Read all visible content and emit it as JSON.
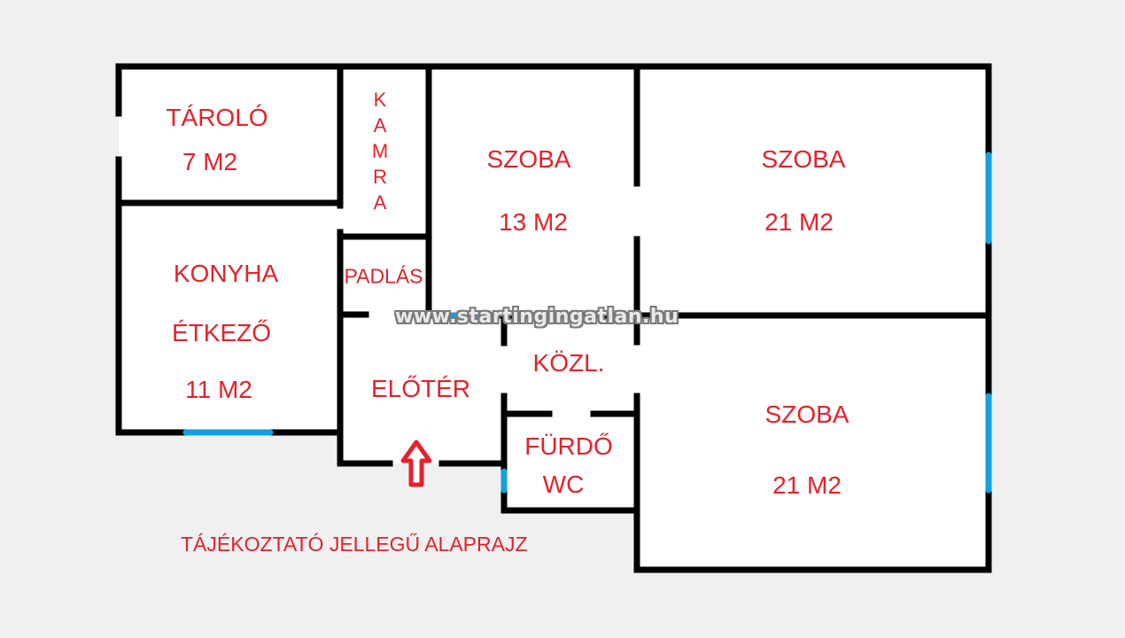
{
  "colors": {
    "wall": "#000000",
    "window": "#13a0e0",
    "label": "#e8202a",
    "room_fill": "#ffffff",
    "background": "#f0f0f0"
  },
  "rooms": {
    "tarolo": {
      "name": "TÁROLÓ",
      "area": "7 M2"
    },
    "kamra": {
      "letters": [
        "K",
        "A",
        "M",
        "R",
        "A"
      ]
    },
    "padlas": {
      "name": "PADLÁS"
    },
    "konyha": {
      "name": "KONYHA",
      "subname": "ÉTKEZŐ",
      "area": "11 M2"
    },
    "szoba1": {
      "name": "SZOBA",
      "area": "13 M2"
    },
    "szoba2": {
      "name": "SZOBA",
      "area": "21 M2"
    },
    "szoba3": {
      "name": "SZOBA",
      "area": "21 M2"
    },
    "eloter": {
      "name": "ELŐTÉR"
    },
    "kozl": {
      "name": "KÖZL."
    },
    "furdo": {
      "name": "FÜRDŐ",
      "subname": "WC"
    }
  },
  "entrance": {
    "icon": "arrow-up-icon"
  },
  "watermark": "www.startingingatlan.hu",
  "caption": "TÁJÉKOZTATÓ JELLEGŰ ALAPRAJZ"
}
